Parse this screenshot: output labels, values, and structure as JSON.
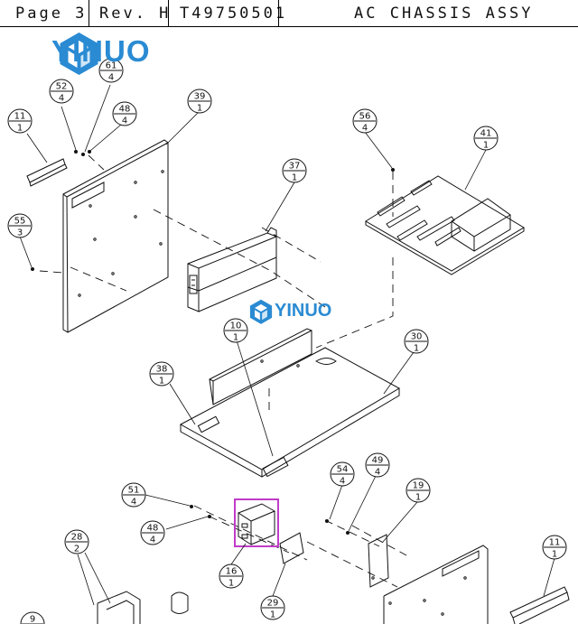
{
  "header": {
    "page": "Page 3",
    "rev": "Rev. H",
    "part_number": "T49750501",
    "title": "AC CHASSIS ASSY"
  },
  "logo": {
    "text": "YINUO"
  },
  "watermark": {
    "text": "YINUO"
  },
  "colors": {
    "brand": "#2a8bd3",
    "highlight": "#c03cc8",
    "line": "#111111"
  },
  "balloons": [
    {
      "item": "52",
      "qty": "4"
    },
    {
      "item": "61",
      "qty": "4"
    },
    {
      "item": "48",
      "qty": "4"
    },
    {
      "item": "39",
      "qty": "1"
    },
    {
      "item": "11",
      "qty": "1"
    },
    {
      "item": "55",
      "qty": "3"
    },
    {
      "item": "37",
      "qty": "1"
    },
    {
      "item": "56",
      "qty": "4"
    },
    {
      "item": "41",
      "qty": "1"
    },
    {
      "item": "10",
      "qty": "1"
    },
    {
      "item": "30",
      "qty": "1"
    },
    {
      "item": "38",
      "qty": "1"
    },
    {
      "item": "54",
      "qty": "4"
    },
    {
      "item": "49",
      "qty": "4"
    },
    {
      "item": "19",
      "qty": "1"
    },
    {
      "item": "51",
      "qty": "4"
    },
    {
      "item": "48",
      "qty": "4"
    },
    {
      "item": "28",
      "qty": "2"
    },
    {
      "item": "16",
      "qty": "1"
    },
    {
      "item": "29",
      "qty": "1"
    },
    {
      "item": "11",
      "qty": "1"
    },
    {
      "item": "9",
      "qty": ""
    }
  ]
}
